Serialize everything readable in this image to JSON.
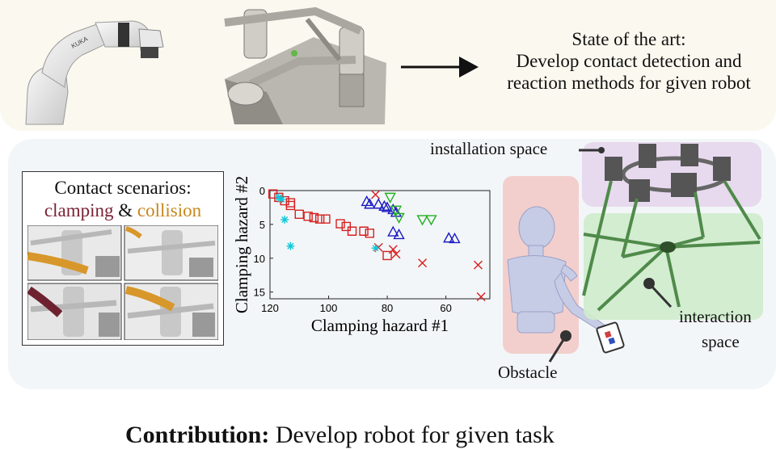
{
  "top": {
    "state_title": "State of the art:",
    "state_line2": "Develop contact detection and",
    "state_line3": "reaction methods for given robot"
  },
  "scenarios": {
    "title": "Contact scenarios:",
    "clamping": "clamping",
    "amp": "&",
    "collision": "collision",
    "clamping_color": "#7a2236",
    "collision_color": "#c7871c"
  },
  "labels": {
    "installation": "installation space",
    "interaction_1": "interaction",
    "interaction_2": "space",
    "obstacle": "Obstacle"
  },
  "contribution": {
    "bold": "Contribution:",
    "rest": "Develop robot for given task"
  },
  "chart_data": {
    "type": "scatter",
    "xlabel": "Clamping hazard #1",
    "ylabel": "Clamping hazard #2",
    "xlim": [
      120,
      45
    ],
    "ylim": [
      0,
      16
    ],
    "x_reversed": true,
    "y_reversed": true,
    "xticks": [
      120,
      100,
      80,
      60
    ],
    "yticks": [
      0,
      5,
      10,
      15
    ],
    "grid": false,
    "series": [
      {
        "marker": "square",
        "color": "#d62020",
        "points": [
          [
            119,
            0.5
          ],
          [
            117,
            1.0
          ],
          [
            115,
            1.5
          ],
          [
            113,
            1.8
          ],
          [
            113,
            2.2
          ],
          [
            110,
            3.5
          ],
          [
            107,
            3.8
          ],
          [
            105,
            4.0
          ],
          [
            103,
            4.2
          ],
          [
            101,
            4.2
          ],
          [
            96,
            4.9
          ],
          [
            94,
            5.3
          ],
          [
            92,
            6.0
          ],
          [
            88,
            6.0
          ],
          [
            86,
            6.3
          ],
          [
            80,
            9.6
          ]
        ]
      },
      {
        "marker": "x",
        "color": "#d62020",
        "points": [
          [
            84,
            0.6
          ],
          [
            83,
            8.4
          ],
          [
            78,
            8.7
          ],
          [
            77,
            9.4
          ],
          [
            68,
            10.7
          ],
          [
            49,
            11.0
          ],
          [
            48,
            15.7
          ]
        ]
      },
      {
        "marker": "triangle-up",
        "color": "#1a1ac0",
        "points": [
          [
            87,
            1.6
          ],
          [
            86,
            2.0
          ],
          [
            83,
            2.0
          ],
          [
            81,
            2.3
          ],
          [
            80,
            2.5
          ],
          [
            78,
            2.8
          ],
          [
            77,
            3.2
          ],
          [
            78,
            6.1
          ],
          [
            76,
            6.5
          ],
          [
            59,
            7.0
          ],
          [
            57,
            7.1
          ]
        ]
      },
      {
        "marker": "triangle-down",
        "color": "#22b022",
        "points": [
          [
            79,
            1.0
          ],
          [
            77,
            2.9
          ],
          [
            76,
            4.0
          ],
          [
            68,
            4.3
          ],
          [
            65,
            4.3
          ]
        ]
      },
      {
        "marker": "star",
        "color": "#10c8d8",
        "points": [
          [
            117,
            1.0
          ],
          [
            116,
            1.3
          ],
          [
            115,
            4.3
          ],
          [
            113,
            8.2
          ],
          [
            84,
            8.5
          ]
        ]
      }
    ]
  }
}
